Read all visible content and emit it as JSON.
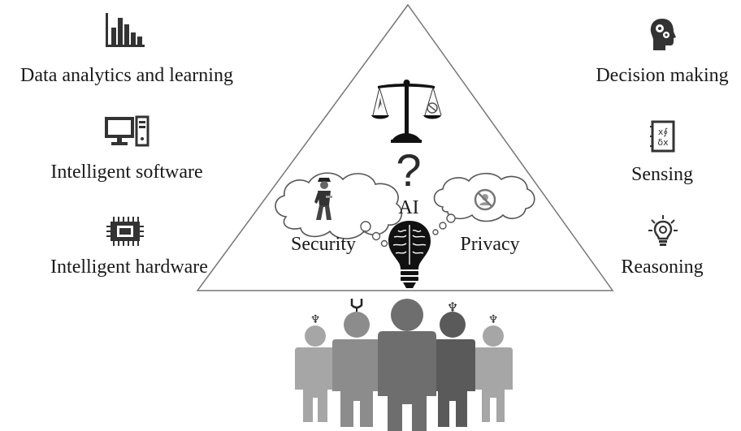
{
  "left_items": [
    {
      "label": "Data analytics and learning",
      "icon": "bar-chart-icon"
    },
    {
      "label": "Intelligent software",
      "icon": "computer-icon"
    },
    {
      "label": "Intelligent hardware",
      "icon": "chip-icon"
    }
  ],
  "right_items": [
    {
      "label": "Decision making",
      "icon": "head-gears-icon"
    },
    {
      "label": "Sensing",
      "icon": "formula-sheet-icon"
    },
    {
      "label": "Reasoning",
      "icon": "lightbulb-icon"
    }
  ],
  "center": {
    "question_mark": "?",
    "ai_label": "AI",
    "security_label": "Security",
    "privacy_label": "Privacy",
    "icons": [
      "balance-scale-icon",
      "security-guard-icon",
      "no-spy-icon",
      "brain-bulb-icon"
    ]
  },
  "people": {
    "count": 5,
    "colors": [
      "#a6a6a6",
      "#8c8c8c",
      "#6e6e6e",
      "#5a5a5a",
      "#a6a6a6"
    ],
    "antenna_icons": [
      "bulb-antenna-icon",
      "magnet-antenna-icon",
      "none",
      "bulb-antenna-icon",
      "bulb-antenna-icon"
    ]
  }
}
